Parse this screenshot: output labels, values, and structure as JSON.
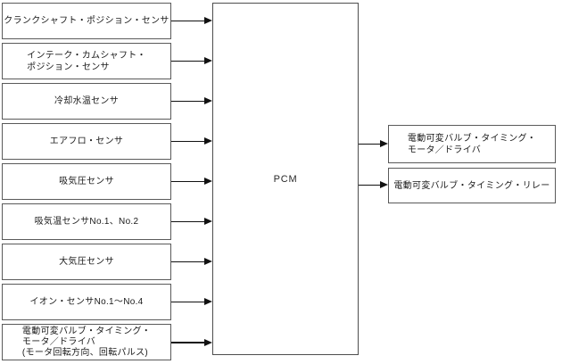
{
  "diagram_title": "PCM input-output block diagram",
  "colors": {
    "background": "#ffffff",
    "box_border": "#5a5a5a",
    "arrow": "#111111",
    "text": "#1a1a1a"
  },
  "pcm": {
    "label": "PCM"
  },
  "inputs": [
    {
      "lines": [
        "クランクシャフト・ポジション・センサ"
      ]
    },
    {
      "lines": [
        "インテーク・カムシャフト・",
        "ポジション・センサ"
      ]
    },
    {
      "lines": [
        "冷却水温センサ"
      ]
    },
    {
      "lines": [
        "エアフロ・センサ"
      ]
    },
    {
      "lines": [
        "吸気圧センサ"
      ]
    },
    {
      "lines": [
        "吸気温センサNo.1、No.2"
      ]
    },
    {
      "lines": [
        "大気圧センサ"
      ]
    },
    {
      "lines": [
        "イオン・センサNo.1〜No.4"
      ]
    },
    {
      "lines": [
        "電動可変バルブ・タイミング・",
        "モータ／ドライバ",
        "(モータ回転方向、回転パルス)"
      ]
    }
  ],
  "outputs": [
    {
      "lines": [
        "電動可変バルブ・タイミング・",
        "モータ／ドライバ"
      ]
    },
    {
      "lines": [
        "電動可変バルブ・タイミング・リレー"
      ]
    }
  ]
}
